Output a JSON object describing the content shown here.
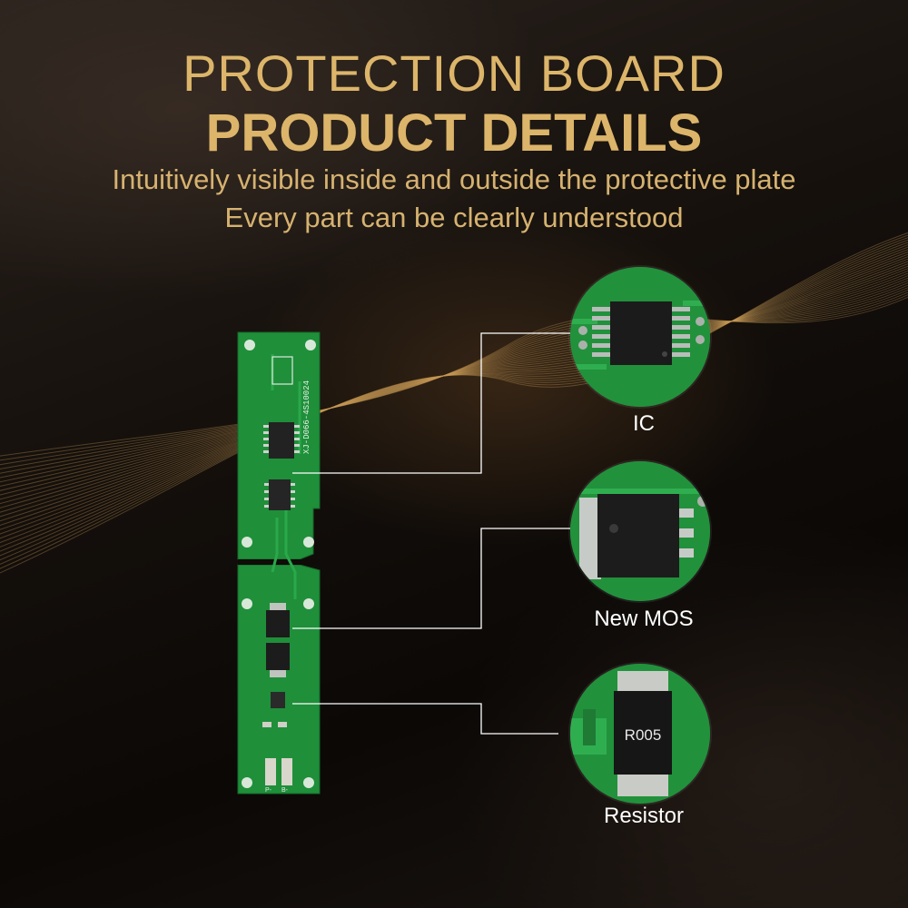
{
  "header": {
    "title_line1": "PROTECTION BOARD",
    "title_line2": "PRODUCT DETAILS",
    "subtitle_line1": "Intuitively visible inside and outside the protective plate",
    "subtitle_line2": "Every part can be clearly understood"
  },
  "callouts": [
    {
      "label": "IC",
      "icon": "ic-chip-closeup"
    },
    {
      "label": "New MOS",
      "icon": "mosfet-closeup"
    },
    {
      "label": "Resistor",
      "icon": "resistor-closeup",
      "marking": "R005"
    }
  ],
  "board": {
    "silkscreen": "XJ-D066-4S10024",
    "pad_labels": [
      "P-",
      "B-"
    ]
  },
  "colors": {
    "title_gold": "#dcb56a",
    "pcb_green": "#1f8f3a",
    "label_white": "#ffffff"
  }
}
